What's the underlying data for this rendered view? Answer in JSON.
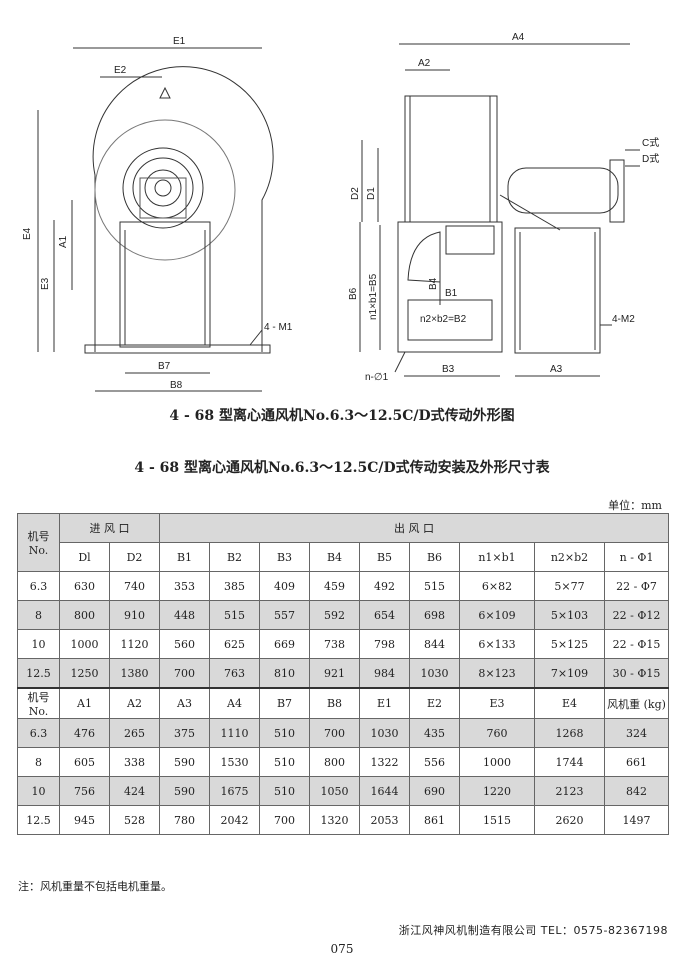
{
  "drawing": {
    "labels": {
      "E1": "E1",
      "E2": "E2",
      "E4": "E4",
      "E3": "E3",
      "A1": "A1",
      "B7": "B7",
      "B8": "B8",
      "M1": "4 - M1",
      "A4": "A4",
      "A2": "A2",
      "D2": "D2",
      "D1": "D1",
      "B6": "B6",
      "n1b1": "n1×b1=B5",
      "B4": "B4",
      "B1": "B1",
      "n2b2": "n2×b2=B2",
      "nphi": "n-∅1",
      "B3": "B3",
      "A3": "A3",
      "M2": "4-M2",
      "C": "C式",
      "D": "D式"
    }
  },
  "caption1": "4 - 68 型离心通风机No.6.3～12.5C/D式传动外形图",
  "caption2": "4 - 68 型离心通风机No.6.3～12.5C/D式传动安装及外形尺寸表",
  "unit": "单位：mm",
  "table1": {
    "model_header": "机号 No.",
    "inlet_header": "进 风 口",
    "outlet_header": "出 风 口",
    "sub_headers": [
      "Dl",
      "D2",
      "B1",
      "B2",
      "B3",
      "B4",
      "B5",
      "B6",
      "n1×b1",
      "n2×b2",
      "n - Φ1"
    ],
    "rows": [
      [
        "6.3",
        "630",
        "740",
        "353",
        "385",
        "409",
        "459",
        "492",
        "515",
        "6×82",
        "5×77",
        "22 - Φ7"
      ],
      [
        "8",
        "800",
        "910",
        "448",
        "515",
        "557",
        "592",
        "654",
        "698",
        "6×109",
        "5×103",
        "22 - Φ12"
      ],
      [
        "10",
        "1000",
        "1120",
        "560",
        "625",
        "669",
        "738",
        "798",
        "844",
        "6×133",
        "5×125",
        "22 - Φ15"
      ],
      [
        "12.5",
        "1250",
        "1380",
        "700",
        "763",
        "810",
        "921",
        "984",
        "1030",
        "8×123",
        "7×109",
        "30 - Φ15"
      ]
    ]
  },
  "table2": {
    "headers": [
      "机号 No.",
      "A1",
      "A2",
      "A3",
      "A4",
      "B7",
      "B8",
      "E1",
      "E2",
      "E3",
      "E4",
      "风机重 (kg)"
    ],
    "rows": [
      [
        "6.3",
        "476",
        "265",
        "375",
        "1110",
        "510",
        "700",
        "1030",
        "435",
        "760",
        "1268",
        "324"
      ],
      [
        "8",
        "605",
        "338",
        "590",
        "1530",
        "510",
        "800",
        "1322",
        "556",
        "1000",
        "1744",
        "661"
      ],
      [
        "10",
        "756",
        "424",
        "590",
        "1675",
        "510",
        "1050",
        "1644",
        "690",
        "1220",
        "2123",
        "842"
      ],
      [
        "12.5",
        "945",
        "528",
        "780",
        "2042",
        "700",
        "1320",
        "2053",
        "861",
        "1515",
        "2620",
        "1497"
      ]
    ]
  },
  "note": "注：风机重量不包括电机重量。",
  "company": "浙江风神风机制造有限公司 TEL：0575-82367198",
  "page_number": "075"
}
